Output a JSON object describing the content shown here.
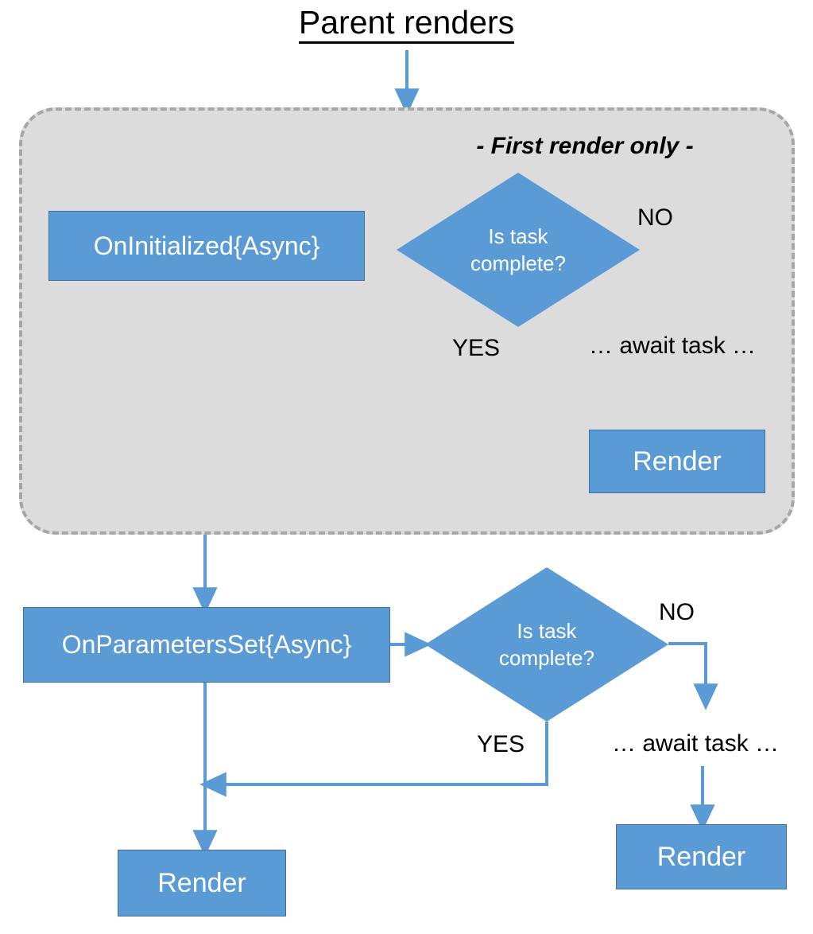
{
  "diagram": {
    "title": "Parent renders",
    "group": {
      "caption": "- First render only -"
    },
    "nodes": {
      "on_initialized": "OnInitialized{Async}",
      "on_parameters_set": "OnParametersSet{Async}",
      "decision_first": "Is task\ncomplete?",
      "decision_first_line1": "Is task",
      "decision_first_line2": "complete?",
      "decision_params_line1": "Is task",
      "decision_params_line2": "complete?",
      "await_first": "… await task …",
      "await_params": "… await task …",
      "render_first": "Render",
      "render_params_yes": "Render",
      "render_params_no": "Render"
    },
    "labels": {
      "no_first": "NO",
      "yes_first": "YES",
      "no_params": "NO",
      "yes_params": "YES"
    },
    "colors": {
      "node_fill": "#5B9BD5",
      "node_border": "#41719C",
      "group_fill": "#DCDCDC",
      "group_border": "#A6A6A6",
      "edge": "#5B9BD5",
      "text_on_node": "#FFFFFF",
      "text": "#000000"
    }
  }
}
